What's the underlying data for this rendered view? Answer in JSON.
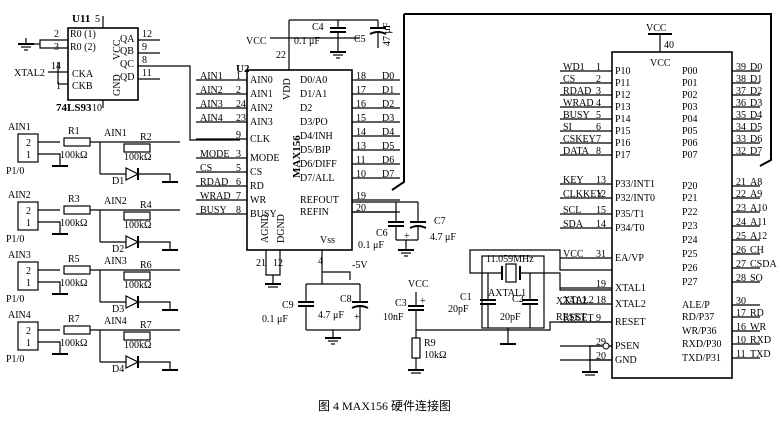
{
  "caption": "图 4 MAX156 硬件连接图",
  "power": {
    "vcc": "VCC",
    "neg5": "-5V"
  },
  "u11": {
    "ref": "U11",
    "part": "74LS93",
    "left_pins": [
      {
        "num": "2",
        "name": "R0 (1)"
      },
      {
        "num": "3",
        "name": "R0 (2)"
      },
      {
        "num": "14",
        "name": "CKA"
      },
      {
        "num": "1",
        "name": "CKB"
      }
    ],
    "right_pins": [
      {
        "num": "12",
        "name": "QA"
      },
      {
        "num": "9",
        "name": "QB"
      },
      {
        "num": "8",
        "name": "QC"
      },
      {
        "num": "11",
        "name": "QD"
      }
    ],
    "vcc_label": "VCC",
    "vcc_pin": "5",
    "gnd_label": "GND",
    "gnd_pin": "10",
    "xtal_label": "XTAL2"
  },
  "u2": {
    "ref": "U2",
    "part": "MAX156",
    "left_pins": [
      {
        "num": "1",
        "name": "AIN0",
        "net": "AIN1"
      },
      {
        "num": "2",
        "name": "AIN1",
        "net": "AIN2"
      },
      {
        "num": "24",
        "name": "AIN2",
        "net": "AIN3"
      },
      {
        "num": "23",
        "name": "AIN3",
        "net": "AIN4"
      },
      {
        "num": "9",
        "name": "CLK",
        "net": ""
      },
      {
        "num": "3",
        "name": "MODE",
        "net": "MODE"
      },
      {
        "num": "5",
        "name": "CS",
        "net": "CS"
      },
      {
        "num": "6",
        "name": "RD",
        "net": "RDAD"
      },
      {
        "num": "7",
        "name": "WR",
        "net": "WRAD"
      },
      {
        "num": "8",
        "name": "BUSY",
        "net": "BUSY"
      }
    ],
    "right_pins": [
      {
        "num": "18",
        "name": "D0/A0",
        "net": "D0"
      },
      {
        "num": "17",
        "name": "D1/A1",
        "net": "D1"
      },
      {
        "num": "16",
        "name": "D2",
        "net": "D2"
      },
      {
        "num": "15",
        "name": "D3/PO",
        "net": "D3"
      },
      {
        "num": "14",
        "name": "D4/INH",
        "net": "D4"
      },
      {
        "num": "13",
        "name": "D5/BIP",
        "net": "D5"
      },
      {
        "num": "11",
        "name": "D6/DIFF",
        "net": "D6"
      },
      {
        "num": "10",
        "name": "D7/ALL",
        "net": "D7"
      },
      {
        "num": "19",
        "name": "REFOUT",
        "net": ""
      },
      {
        "num": "20",
        "name": "REFIN",
        "net": ""
      }
    ],
    "vdd_label": "VDD",
    "vdd_pin": "22",
    "agnd": "AGND",
    "agnd_pin": "21",
    "dgnd": "DGND",
    "dgnd_pin": "12",
    "vss": "Vss",
    "vss_pin": "4"
  },
  "mcu": {
    "vcc_label": "VCC",
    "vcc_pin": "40",
    "left_pins": [
      {
        "num": "1",
        "name": "P10",
        "net": "WD1"
      },
      {
        "num": "2",
        "name": "P11",
        "net": "CS"
      },
      {
        "num": "3",
        "name": "P12",
        "net": "RDAD"
      },
      {
        "num": "4",
        "name": "P13",
        "net": "WRAD"
      },
      {
        "num": "5",
        "name": "P14",
        "net": "BUSY"
      },
      {
        "num": "6",
        "name": "P15",
        "net": "SI"
      },
      {
        "num": "7",
        "name": "P16",
        "net": "CSKEY"
      },
      {
        "num": "8",
        "name": "P17",
        "net": "DATA"
      },
      {
        "num": "13",
        "name": "P33/INT1",
        "net": "KEY"
      },
      {
        "num": "12",
        "name": "P32/INT0",
        "net": "CLKKEY"
      },
      {
        "num": "15",
        "name": "P35/T1",
        "net": "SCL"
      },
      {
        "num": "14",
        "name": "P34/T0",
        "net": "SDA"
      },
      {
        "num": "31",
        "name": "EA/VP",
        "net": "VCC"
      },
      {
        "num": "19",
        "name": "XTAL1",
        "net": ""
      },
      {
        "num": "18",
        "name": "XTAL2",
        "net": "XTAL2"
      },
      {
        "num": "9",
        "name": "RESET",
        "net": "RESET"
      },
      {
        "num": "29",
        "name": "PSEN",
        "net": ""
      },
      {
        "num": "20",
        "name": "GND",
        "net": ""
      }
    ],
    "right_pins": [
      {
        "num": "39",
        "name": "P00",
        "net": "D0"
      },
      {
        "num": "38",
        "name": "P01",
        "net": "D1"
      },
      {
        "num": "37",
        "name": "P02",
        "net": "D2"
      },
      {
        "num": "36",
        "name": "P03",
        "net": "D3"
      },
      {
        "num": "35",
        "name": "P04",
        "net": "D4"
      },
      {
        "num": "34",
        "name": "P05",
        "net": "D5"
      },
      {
        "num": "33",
        "name": "P06",
        "net": "D6"
      },
      {
        "num": "32",
        "name": "P07",
        "net": "D7"
      },
      {
        "num": "21",
        "name": "P20",
        "net": "A8"
      },
      {
        "num": "22",
        "name": "P21",
        "net": "A9"
      },
      {
        "num": "23",
        "name": "P22",
        "net": "A10"
      },
      {
        "num": "24",
        "name": "P23",
        "net": "A11"
      },
      {
        "num": "25",
        "name": "P24",
        "net": "A12"
      },
      {
        "num": "26",
        "name": "P25",
        "net": "CH"
      },
      {
        "num": "27",
        "name": "P26",
        "net": "CSDA"
      },
      {
        "num": "28",
        "name": "P27",
        "net": "SO"
      },
      {
        "num": "30",
        "name": "ALE/P",
        "net": ""
      },
      {
        "num": "17",
        "name": "RD/P37",
        "net": "RD"
      },
      {
        "num": "16",
        "name": "WR/P36",
        "net": "WR"
      },
      {
        "num": "10",
        "name": "RXD/P30",
        "net": "RXD"
      },
      {
        "num": "11",
        "name": "TXD/P31",
        "net": "TXD"
      }
    ]
  },
  "inputs": [
    {
      "ain": "AIN1",
      "conn": "P1/0",
      "r_series": "R1",
      "r_series_val": "100kΩ",
      "net": "AIN1",
      "r_shunt": "R2",
      "r_shunt_val": "100kΩ",
      "diode": "D1"
    },
    {
      "ain": "AIN2",
      "conn": "P1/0",
      "r_series": "R3",
      "r_series_val": "100kΩ",
      "net": "AIN2",
      "r_shunt": "R4",
      "r_shunt_val": "100kΩ",
      "diode": "D2"
    },
    {
      "ain": "AIN3",
      "conn": "P1/0",
      "r_series": "R5",
      "r_series_val": "100kΩ",
      "net": "AIN3",
      "r_shunt": "R6",
      "r_shunt_val": "100kΩ",
      "diode": "D3"
    },
    {
      "ain": "AIN4",
      "conn": "P1/0",
      "r_series": "R7",
      "r_series_val": "100kΩ",
      "net": "AIN4",
      "r_shunt": "R7",
      "r_shunt_val": "100kΩ",
      "diode": "D4"
    }
  ],
  "passives": {
    "c4": "C4",
    "c4_val": "0.1 μF",
    "c5": "C5",
    "c5_val": "47 μF",
    "c6": "C6",
    "c6_val": "0.1 μF",
    "c7": "C7",
    "c7_val": "4.7 μF",
    "c8": "C8",
    "c8_val": "4.7 μF",
    "c9": "C9",
    "c9_val": "0.1 μF",
    "c3": "C3",
    "c3_val": "10nF",
    "c1": "C1",
    "c1_val": "20pF",
    "c2": "C2",
    "c2_val": "20pF",
    "r9": "R9",
    "r9_val": "10kΩ",
    "xtal": "AXTAL1",
    "xtal_freq": "11.059MHz",
    "xtal2_net": "XTAL2",
    "reset_net": "RESET"
  }
}
